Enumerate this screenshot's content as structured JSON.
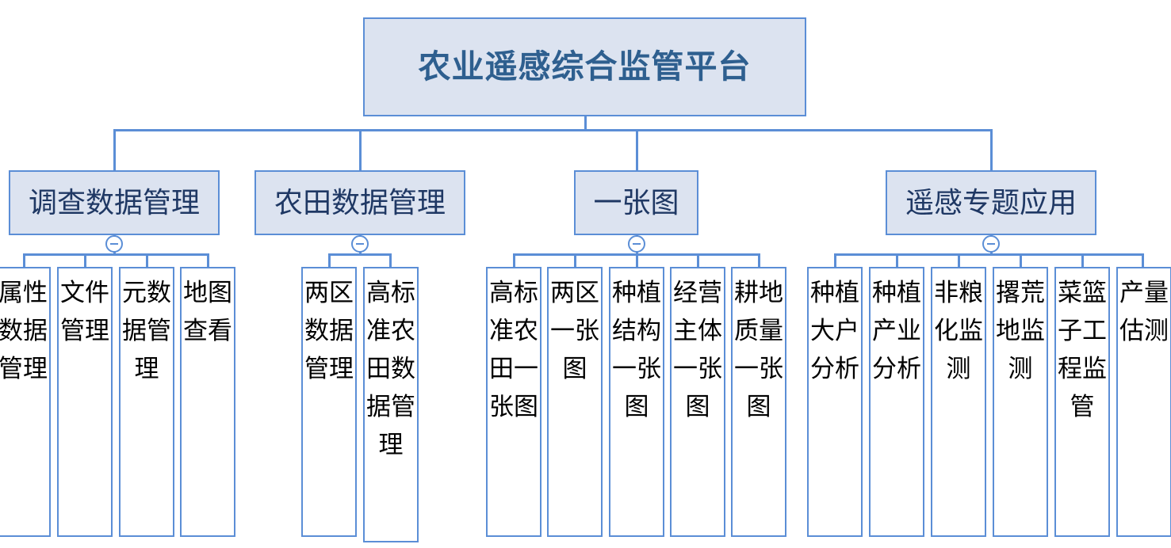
{
  "diagram": {
    "type": "org-chart",
    "title": "农业遥感综合监管平台",
    "colors": {
      "node_fill": "#dce3f0",
      "leaf_fill": "#ffffff",
      "border": "#5b8ed6",
      "root_text": "#2e5f8f",
      "level2_text": "#1f3864",
      "leaf_text": "#000000",
      "canvas": "#ffffff"
    }
  },
  "root": {
    "label": "农业遥感综合监管平台"
  },
  "branches": [
    {
      "label": "调查数据管理",
      "collapse_icon": "minus-circle-icon",
      "children": [
        {
          "label": "属性数据管理"
        },
        {
          "label": "文件管理"
        },
        {
          "label": "元数据管理"
        },
        {
          "label": "地图查看"
        }
      ]
    },
    {
      "label": "农田数据管理",
      "collapse_icon": "minus-circle-icon",
      "children": [
        {
          "label": "两区数据管理"
        },
        {
          "label": "高标准农田数据管理"
        }
      ]
    },
    {
      "label": "一张图",
      "collapse_icon": "minus-circle-icon",
      "children": [
        {
          "label": "高标准农田一张图"
        },
        {
          "label": "两区一张图"
        },
        {
          "label": "种植结构一张图"
        },
        {
          "label": "经营主体一张图"
        },
        {
          "label": "耕地质量一张图"
        }
      ]
    },
    {
      "label": "遥感专题应用",
      "collapse_icon": "minus-circle-icon",
      "children": [
        {
          "label": "种植大户分析"
        },
        {
          "label": "种植产业分析"
        },
        {
          "label": "非粮化监测"
        },
        {
          "label": "撂荒地监测"
        },
        {
          "label": "菜篮子工程监管"
        },
        {
          "label": "产量估测"
        }
      ]
    }
  ]
}
